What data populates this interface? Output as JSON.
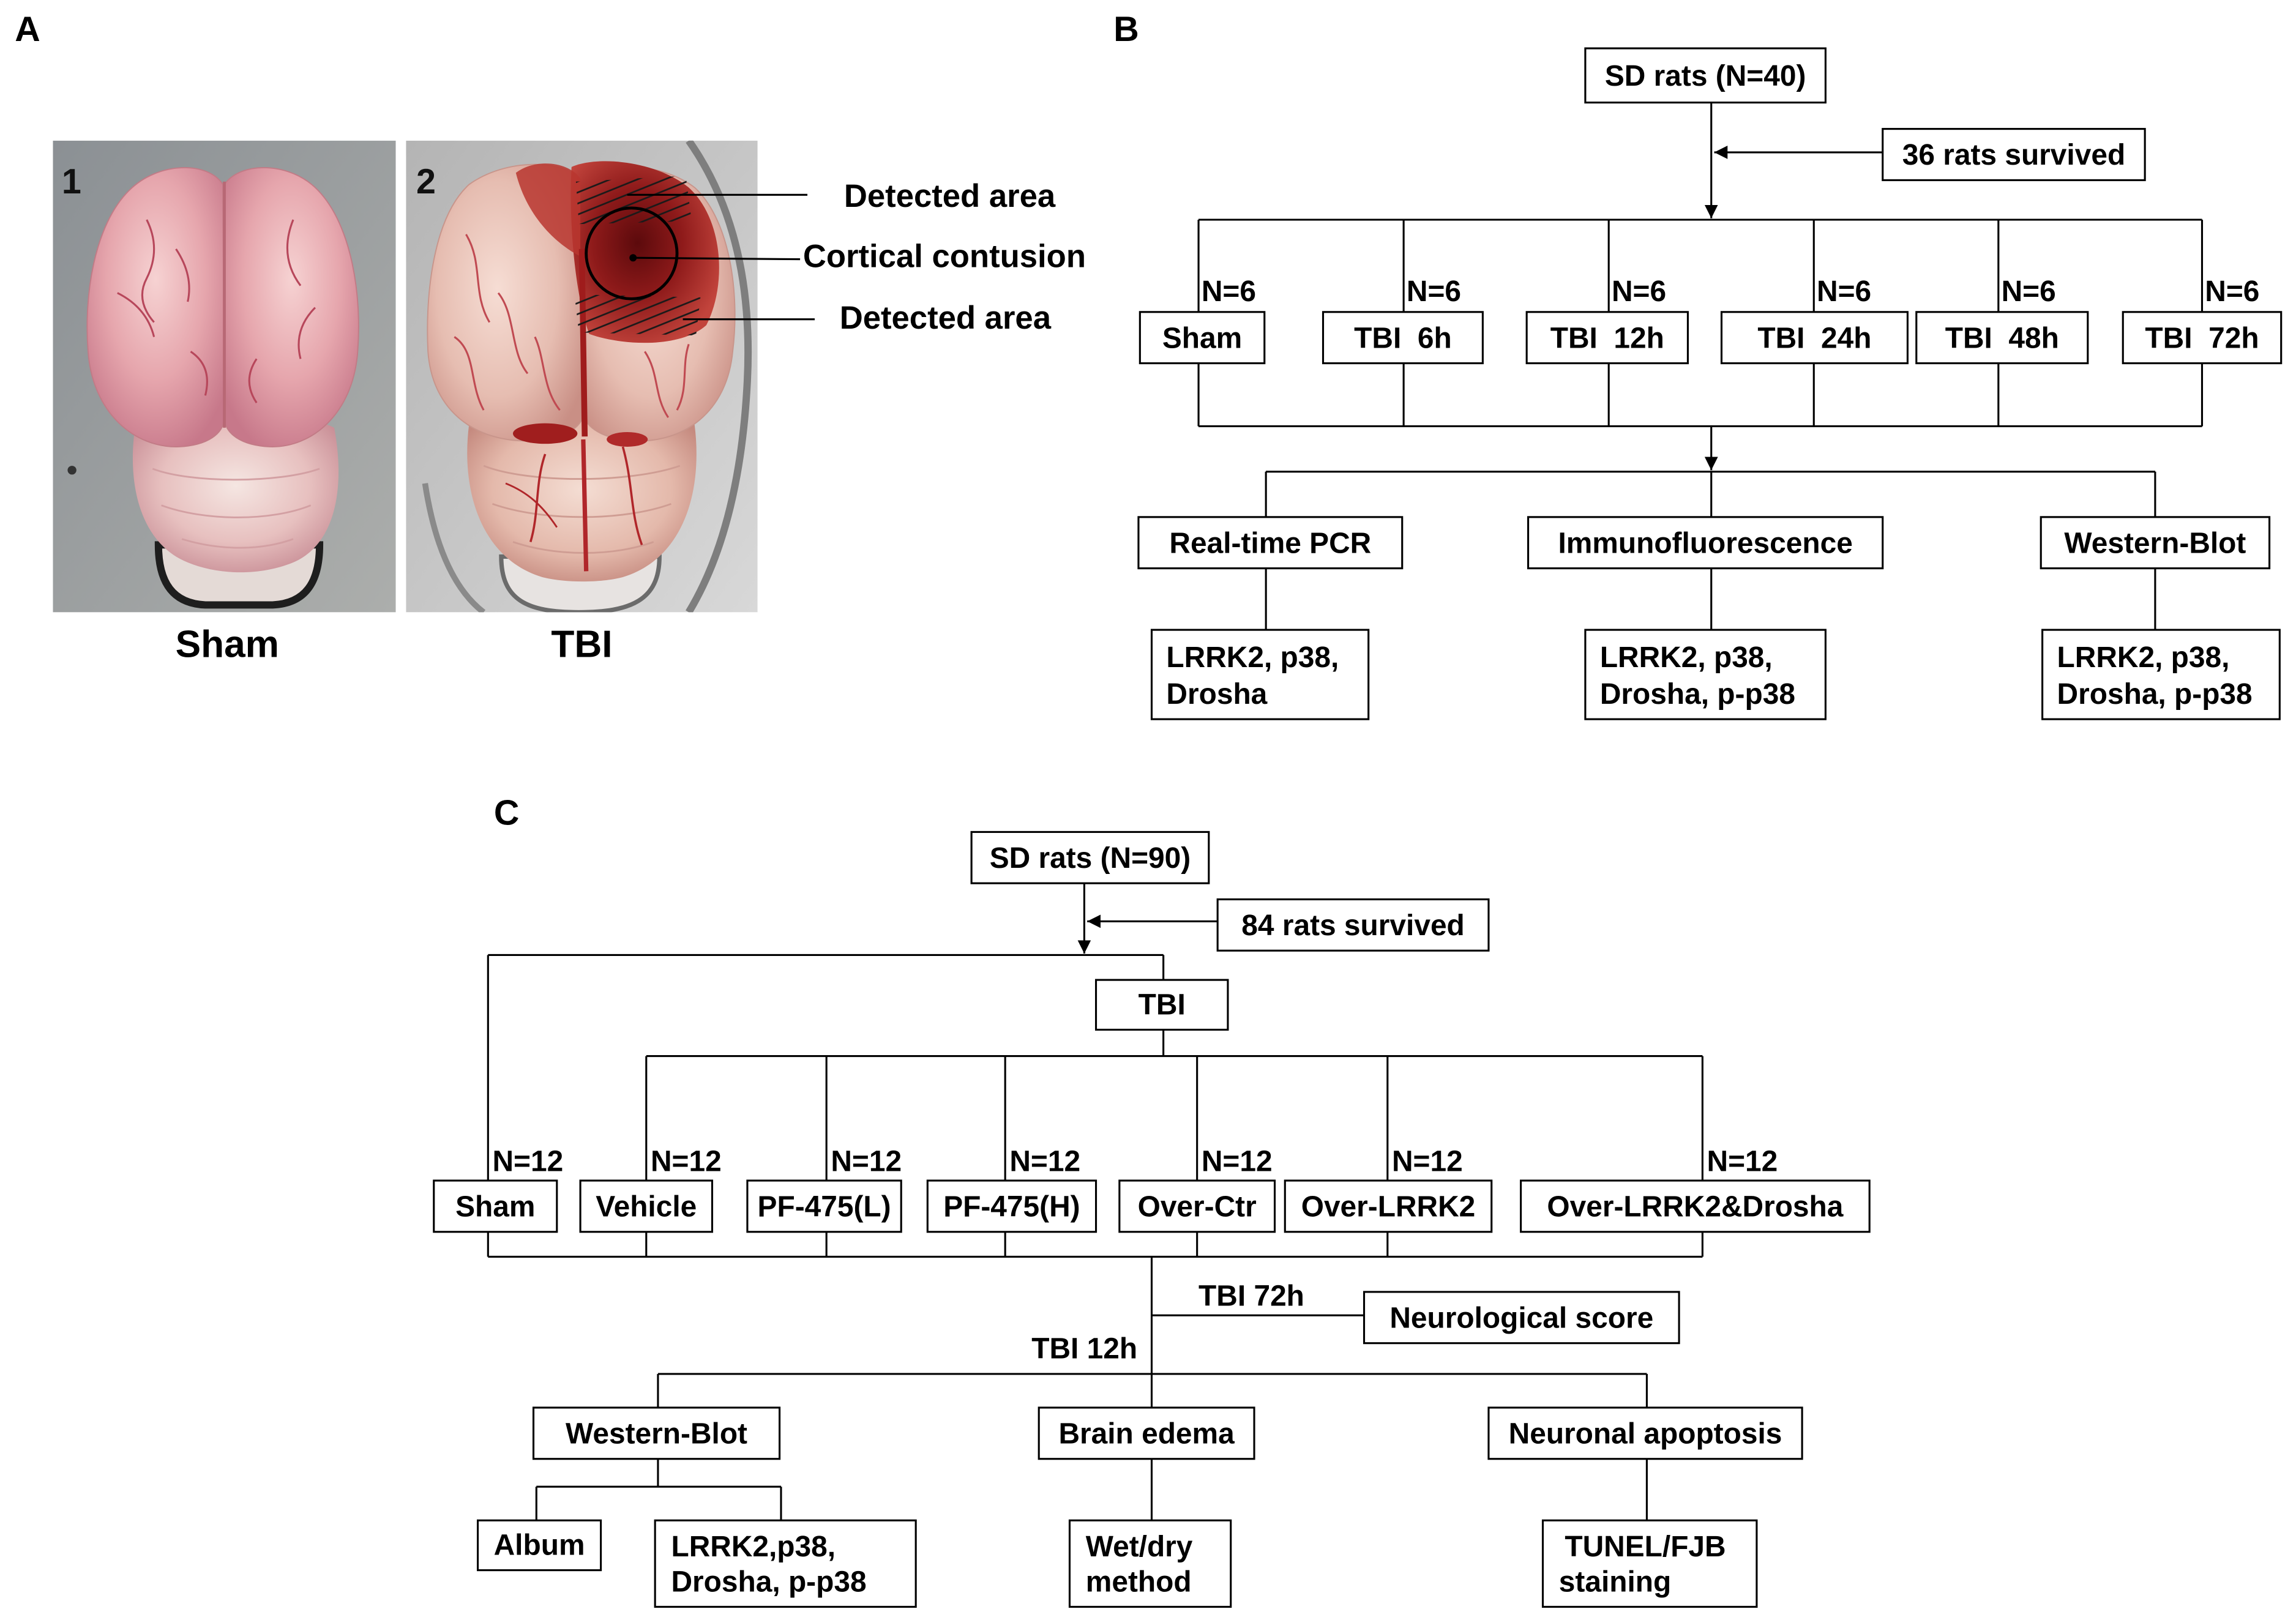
{
  "panel_a": {
    "label": "A",
    "photos": [
      {
        "number": "1",
        "caption": "Sham"
      },
      {
        "number": "2",
        "caption": "TBI"
      }
    ],
    "annotations": {
      "detected_upper": "Detected area",
      "contusion": "Cortical contusion",
      "detected_lower": "Detected area"
    }
  },
  "panel_b": {
    "label": "B",
    "start": "SD rats (N=40)",
    "survived": "36 rats survived",
    "groups": [
      {
        "n": "N=6",
        "name": "Sham"
      },
      {
        "n": "N=6",
        "name": "TBI  6h"
      },
      {
        "n": "N=6",
        "name": "TBI  12h"
      },
      {
        "n": "N=6",
        "name": "TBI  24h"
      },
      {
        "n": "N=6",
        "name": "TBI  48h"
      },
      {
        "n": "N=6",
        "name": "TBI  72h"
      }
    ],
    "methods": [
      {
        "name": "Real-time PCR",
        "targets": [
          "LRRK2, p38,",
          "Drosha"
        ]
      },
      {
        "name": "Immunofluorescence",
        "targets": [
          "LRRK2, p38,",
          "Drosha, p-p38"
        ]
      },
      {
        "name": "Western-Blot",
        "targets": [
          "LRRK2, p38,",
          "Drosha, p-p38"
        ]
      }
    ]
  },
  "panel_c": {
    "label": "C",
    "start": "SD rats (N=90)",
    "survived": "84 rats survived",
    "injury": "TBI",
    "groups": [
      {
        "n": "N=12",
        "name": "Sham"
      },
      {
        "n": "N=12",
        "name": "Vehicle"
      },
      {
        "n": "N=12",
        "name": "PF-475(L)"
      },
      {
        "n": "N=12",
        "name": "PF-475(H)"
      },
      {
        "n": "N=12",
        "name": "Over-Ctr"
      },
      {
        "n": "N=12",
        "name": "Over-LRRK2"
      },
      {
        "n": "N=12",
        "name": "Over-LRRK2&Drosha"
      }
    ],
    "timepoint_72h": "TBI 72h",
    "neurological": "Neurological score",
    "timepoint_12h": "TBI 12h",
    "assays": [
      {
        "name": "Western-Blot",
        "outputs": [
          [
            "Album"
          ],
          [
            "LRRK2,p38,",
            "Drosha, p-p38"
          ]
        ]
      },
      {
        "name": "Brain edema",
        "outputs": [
          [
            "Wet/dry",
            "method"
          ]
        ]
      },
      {
        "name": "Neuronal apoptosis",
        "outputs": [
          [
            "TUNEL/FJB",
            "staining"
          ]
        ]
      }
    ]
  },
  "colors": {
    "line": "#000000",
    "box_fill": "#ffffff",
    "text": "#000000",
    "contusion": "#8e1a1a"
  }
}
